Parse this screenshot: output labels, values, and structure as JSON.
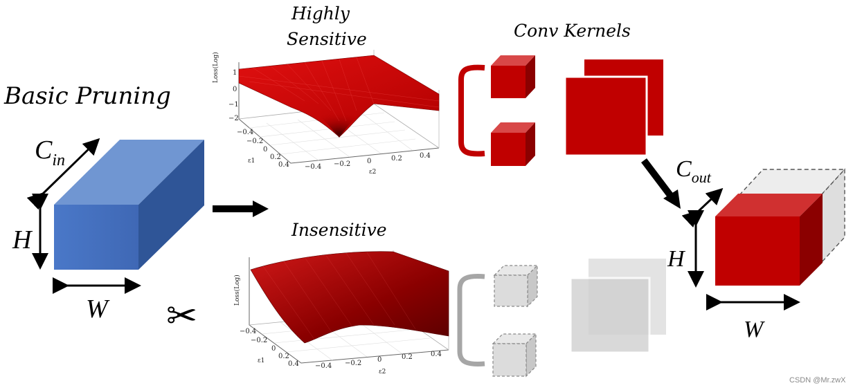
{
  "labels": {
    "basic_pruning": "Basic Pruning",
    "highly": "Highly",
    "sensitive": "Sensitive",
    "insensitive": "Insensitive",
    "conv_kernels": "Conv Kernels"
  },
  "input_tensor": {
    "c_main": "C",
    "c_sub": "in",
    "h": "H",
    "w": "W",
    "color": "#4472C4"
  },
  "output_tensor": {
    "c_main": "C",
    "c_sub": "out",
    "h": "H",
    "w": "W",
    "color": "#C00000"
  },
  "plot_top": {
    "zlabel": "Loss(Log)",
    "xlabel": "ε1",
    "ylabel": "ε2",
    "z_ticks": [
      "1",
      "0",
      "−1",
      "−2"
    ],
    "x_ticks": [
      "−0.4",
      "−0.2",
      "0",
      "0.2",
      "0.4"
    ],
    "y_ticks": [
      "−0.4",
      "−0.2",
      "0",
      "0.2",
      "0.4"
    ]
  },
  "plot_bottom": {
    "zlabel": "Loss(Log)",
    "xlabel": "ε1",
    "ylabel": "ε2",
    "x_ticks": [
      "−0.4",
      "−0.2",
      "0",
      "0.2",
      "0.4"
    ],
    "y_ticks": [
      "−0.4",
      "−0.2",
      "0",
      "0.2",
      "0.4"
    ]
  },
  "icons": {
    "scissors": "✂"
  },
  "watermark": "CSDN @Mr.zwX",
  "colors": {
    "kernel_red": "#C00000",
    "pruned_gray": "#D9D9D9",
    "arrow": "#000000"
  }
}
